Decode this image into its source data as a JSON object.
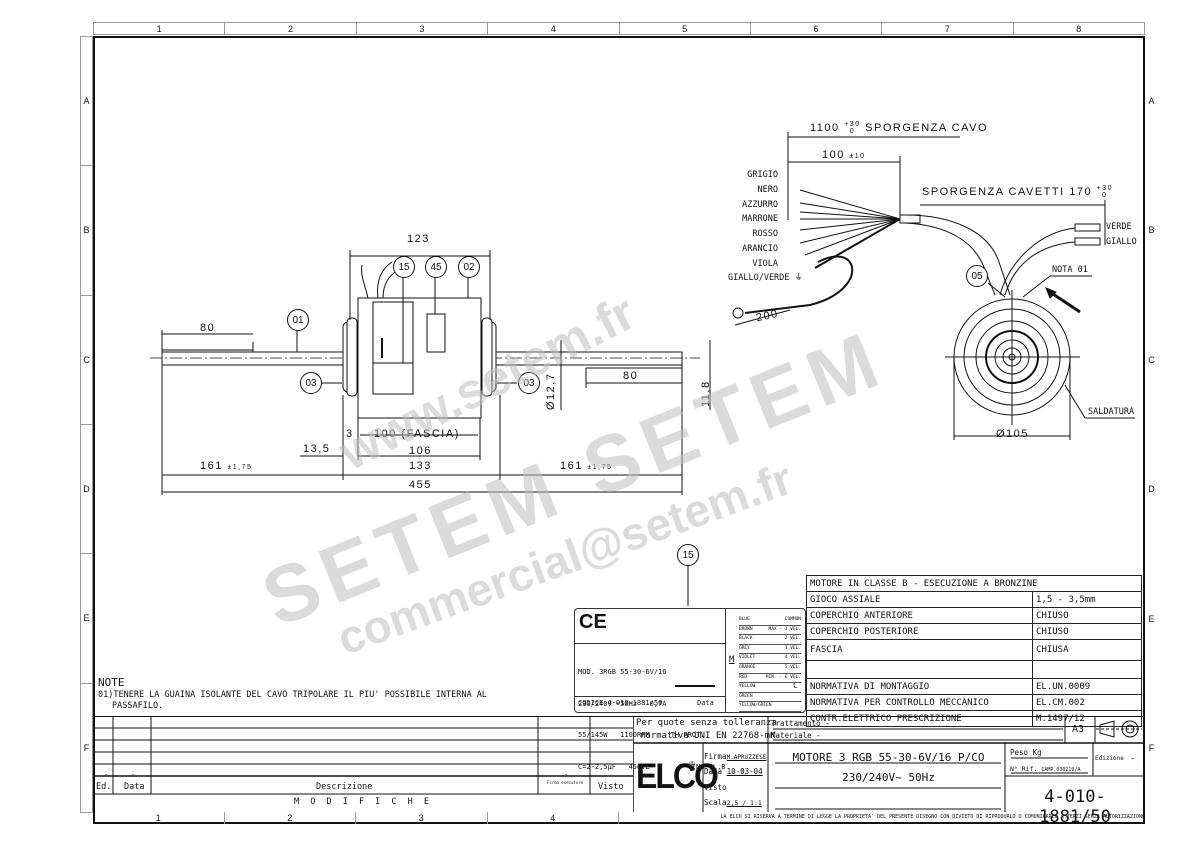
{
  "sheet": {
    "columns": [
      "1",
      "2",
      "3",
      "4",
      "5",
      "6",
      "7",
      "8"
    ],
    "rows": [
      "A",
      "B",
      "C",
      "D",
      "E",
      "F"
    ],
    "bottom_columns": [
      "1",
      "2",
      "3",
      "4"
    ]
  },
  "front_view": {
    "dims": {
      "body_width": "123",
      "shaft_left_flat": "80",
      "shaft_right_flat": "80",
      "shaft_diameter": "Ø12,7",
      "flat_height": "11,8",
      "offset_3": "3",
      "fascia": "100 (FASCIA)",
      "offset_13_5": "13,5",
      "width_106": "106",
      "width_133": "133",
      "shaft_left": "161",
      "shaft_left_tol": "±1,75",
      "shaft_right": "161",
      "shaft_right_tol": "±1,75",
      "overall": "455"
    },
    "callouts": [
      "01",
      "03",
      "03",
      "15",
      "45",
      "02"
    ]
  },
  "cable": {
    "total_label": "1100",
    "total_tol_upper": "+30",
    "total_tol_lower": "0",
    "total_text": "SPORGENZA CAVO",
    "strip_len": "100",
    "strip_tol": "±10",
    "cavetti_text": "SPORGENZA CAVETTI 170",
    "cavetti_tol_upper": "+30",
    "cavetti_tol_lower": "0",
    "wires": [
      "GRIGIO",
      "NERO",
      "AZZURRO",
      "MARRONE",
      "ROSSO",
      "ARANCIO",
      "VIOLA",
      "GIALLO/VERDE ⏚"
    ],
    "cap_wires": [
      "VERDE",
      "GIALLO"
    ],
    "ground_len": "200"
  },
  "side_view": {
    "callout": "05",
    "note_ref": "NOTA 01",
    "weld_label": "SALDATURA",
    "diameter": "Ø105"
  },
  "nameplate": {
    "callout": "15",
    "ce": "CE",
    "lines": [
      "MOD. 3RGB 55-30-6V/16",
      "230/240V ~50Hz   0,7A",
      "55/145W   1100RPM     TH.PROT.",
      "C=2-2,5µF   450VL          INS.CL.B"
    ],
    "code": "CODICE 4-010-1881/50",
    "date_label": "Data",
    "motor_symbol": "M",
    "cap_symbol": "C",
    "wires": [
      {
        "name": "BLUE",
        "note": "COMMON"
      },
      {
        "name": "BROWN",
        "note": "MAX - 1 VEL."
      },
      {
        "name": "BLACK",
        "note": "2 VEL."
      },
      {
        "name": "GREY",
        "note": "3 VEL."
      },
      {
        "name": "VIOLET",
        "note": "4 VEL."
      },
      {
        "name": "ORANGE",
        "note": "5 VEL."
      },
      {
        "name": "RED",
        "note": "MIN. - 6 VEL."
      },
      {
        "name": "YELLOW",
        "note": ""
      },
      {
        "name": "GREEN",
        "note": ""
      },
      {
        "name": "YELLOW/GREEN",
        "note": ""
      }
    ]
  },
  "spec_table": {
    "header": "MOTORE IN CLASSE B - ESECUZIONE A BRONZINE",
    "rows": [
      {
        "k": "GIOCO ASSIALE",
        "v": "1,5 - 3,5mm"
      },
      {
        "k": "COPERCHIO ANTERIORE",
        "v": "CHIUSO"
      },
      {
        "k": "COPERCHIO POSTERIORE",
        "v": "CHIUSO"
      },
      {
        "k": "FASCIA",
        "v": "CHIUSA"
      },
      {
        "k": "",
        "v": ""
      },
      {
        "k": "NORMATIVA DI MONTAGGIO",
        "v": "EL.UN.0009"
      },
      {
        "k": "NORMATIVA PER CONTROLLO MECCANICO",
        "v": "EL.CM.002"
      },
      {
        "k": "CONTR.ELETTRICO PRESCRIZIONE",
        "v": "M.1497/12"
      }
    ]
  },
  "notes": {
    "title": "NOTE",
    "line1": "01)TENERE LA GUAINA ISOLANTE DEL CAVO TRIPOLARE IL PIU' POSSIBILE INTERNA AL",
    "line2": "PASSAFILO."
  },
  "modifications": {
    "headers": {
      "ed": "Ed.",
      "data": "Data",
      "descrizione": "Descrizione",
      "firma": "Firma esecutore",
      "visto": "Visto"
    },
    "dash": "-",
    "footer": "M O D I F I C H E"
  },
  "title_block": {
    "tolerance_1": "Per quote senza tolleranza",
    "tolerance_2": "normativa UNI EN 22768-mK",
    "trattamento_label": "Trattamento",
    "trattamento_value": "-",
    "materiale_label": "Materiale",
    "materiale_value": "-",
    "format": "A3",
    "logo": "ELCO",
    "logo_reg": "®",
    "firma_label": "Firma",
    "firma_value": "M.APRUZZESE",
    "data_label": "Data",
    "data_value": "10-03-04",
    "visto_label": "Visto",
    "scala_label": "Scala",
    "scala_value": "2,5 / 1:1",
    "title_1": "MOTORE 3 RGB 55-30-6V/16 P/CO",
    "title_2": "230/240V~ 50Hz",
    "peso_label": "Peso Kg",
    "rif_label": "N° Rif.",
    "rif_value": "CAMP.030219/A",
    "edizione_label": "Edizione",
    "edizione_value": "-",
    "drawing_number": "4-010-1881/50",
    "disclaimer": "LA ELCO SI RISERVA A TERMINE DI LEGGE LA PROPRIETA' DEL PRESENTE DISEGNO CON DIVIETO DI RIPRODURLO O COMUNICARLO A TERZI SENZA AUTORIZZAZIONE"
  },
  "watermark": {
    "line1": "www.setem.fr",
    "line2": "SETEM SETEM",
    "line3": "commercial@setem.fr"
  }
}
